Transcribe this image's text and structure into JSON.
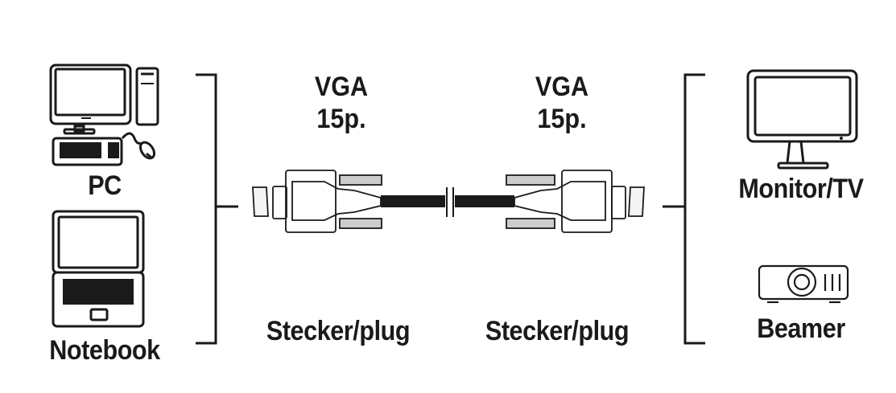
{
  "left_devices": [
    {
      "id": "pc",
      "label": "PC",
      "icon": "desktop-pc-icon"
    },
    {
      "id": "notebook",
      "label": "Notebook",
      "icon": "laptop-icon"
    }
  ],
  "right_devices": [
    {
      "id": "monitor",
      "label": "Monitor/TV",
      "icon": "monitor-icon"
    },
    {
      "id": "beamer",
      "label": "Beamer",
      "icon": "projector-icon"
    }
  ],
  "connectors": {
    "left": {
      "type_line1": "VGA",
      "type_line2": "15p.",
      "gender": "Stecker/plug"
    },
    "right": {
      "type_line1": "VGA",
      "type_line2": "15p.",
      "gender": "Stecker/plug"
    }
  }
}
